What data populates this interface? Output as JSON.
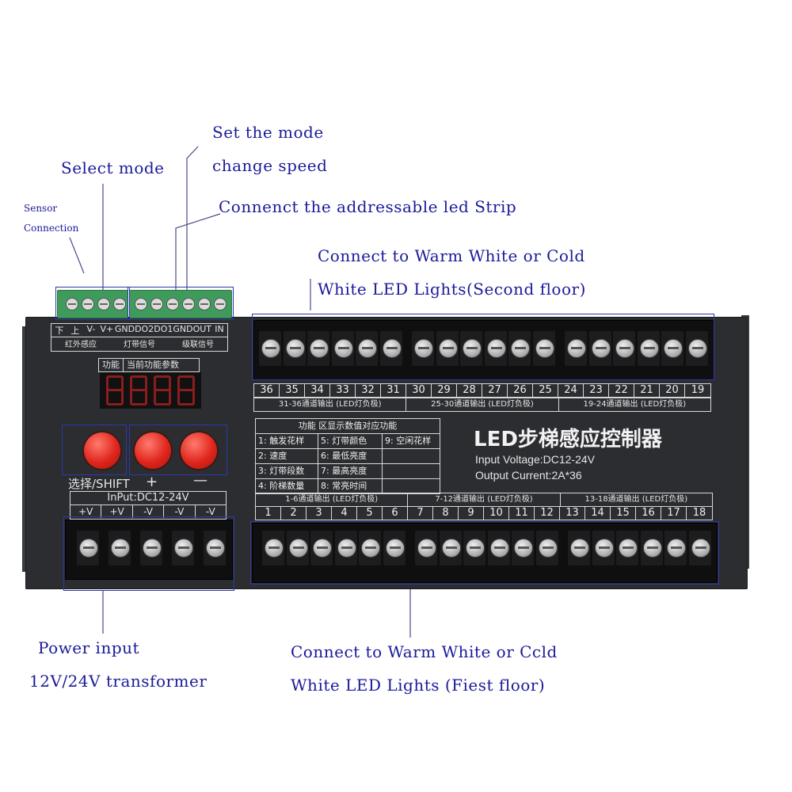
{
  "callouts": {
    "sensor_line1": "Sensor",
    "sensor_line2": "Connection",
    "select_mode": "Select mode",
    "set_mode_line1": "Set the mode",
    "set_mode_line2": "change speed",
    "addressable": "Connenct the addressable led Strip",
    "second_floor_line1": "Connect to Warm White or Cold",
    "second_floor_line2": "White LED Lights(Second floor)",
    "power_line1": "Power input",
    "power_line2": "12V/24V transformer",
    "first_floor_line1": "Connect to Warm White or Ccld",
    "first_floor_line2": "White LED Lights (Fiest floor)"
  },
  "controller": {
    "title": "LED步梯感应控制器",
    "input_voltage": "Input Voltage:DC12-24V",
    "output_current": "Output Current:2A*36",
    "top_pins": [
      "IN",
      "OUT",
      "GND",
      "DO1",
      "DO2",
      "GND",
      "V+",
      "V-",
      "上",
      "下"
    ],
    "top_group_labels": [
      "级联信号",
      "灯带信号",
      "红外感应"
    ],
    "display_labels": [
      "功能",
      "当前功能参数"
    ],
    "display_value": "8.8.8.8",
    "button_labels": {
      "select": "选择/SHIFT",
      "plus": "+",
      "minus": "—"
    },
    "input_label": "InPut:DC12-24V",
    "input_pins": [
      "+V",
      "+V",
      "-V",
      "-V",
      "-V"
    ],
    "upper_numbers": [
      "36",
      "35",
      "34",
      "33",
      "32",
      "31",
      "30",
      "29",
      "28",
      "27",
      "26",
      "25",
      "24",
      "23",
      "22",
      "21",
      "20",
      "19"
    ],
    "upper_group_labels": [
      "31-36通道输出 (LED灯负极)",
      "25-30通道输出 (LED灯负极)",
      "19-24通道输出 (LED灯负极)"
    ],
    "lower_group_labels": [
      "1-6通道输出 (LED灯负极)",
      "7-12通道输出 (LED灯负极)",
      "13-18通道输出 (LED灯负极)"
    ],
    "lower_numbers": [
      "1",
      "2",
      "3",
      "4",
      "5",
      "6",
      "7",
      "8",
      "9",
      "10",
      "11",
      "12",
      "13",
      "14",
      "15",
      "16",
      "17",
      "18"
    ],
    "function_table": {
      "header": "功能  区显示数值对应功能",
      "rows": [
        [
          "1: 触发花样",
          "5: 灯带颜色",
          "9: 空闲花样"
        ],
        [
          "2: 速度",
          "6: 最低亮度",
          ""
        ],
        [
          "3: 灯带段数",
          "7: 最高亮度",
          ""
        ],
        [
          "4: 阶梯数量",
          "8: 常亮时间",
          ""
        ]
      ]
    }
  },
  "colors": {
    "callout": "#1a1a9a",
    "housing": "#2c2d31",
    "button": "#e0261c",
    "terminal": "#3f9a5b"
  }
}
